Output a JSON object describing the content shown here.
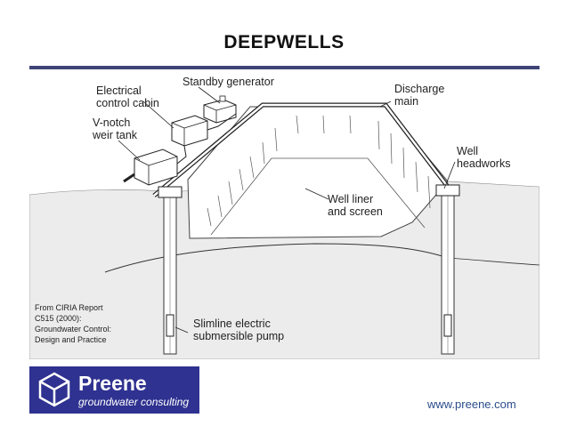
{
  "slide": {
    "title": "DEEPWELLS",
    "url": "www.preene.com",
    "accent_color": "#3f4577"
  },
  "diagram": {
    "labels": {
      "cabin": [
        "Electrical",
        "control cabin"
      ],
      "generator": [
        "Standby generator"
      ],
      "weir": [
        "V-notch",
        "weir tank"
      ],
      "discharge": [
        "Discharge",
        "main"
      ],
      "headworks": [
        "Well",
        "headworks"
      ],
      "liner": [
        "Well liner",
        "and screen"
      ],
      "pump": [
        "Slimline electric",
        "submersible pump"
      ]
    }
  },
  "source": [
    "From CIRIA Report",
    "C515 (2000):",
    "Groundwater Control:",
    "Design and Practice"
  ],
  "logo": {
    "name": "Preene",
    "tagline": "groundwater consulting",
    "color": "#2f3290",
    "icon": "cube-logo-icon"
  }
}
